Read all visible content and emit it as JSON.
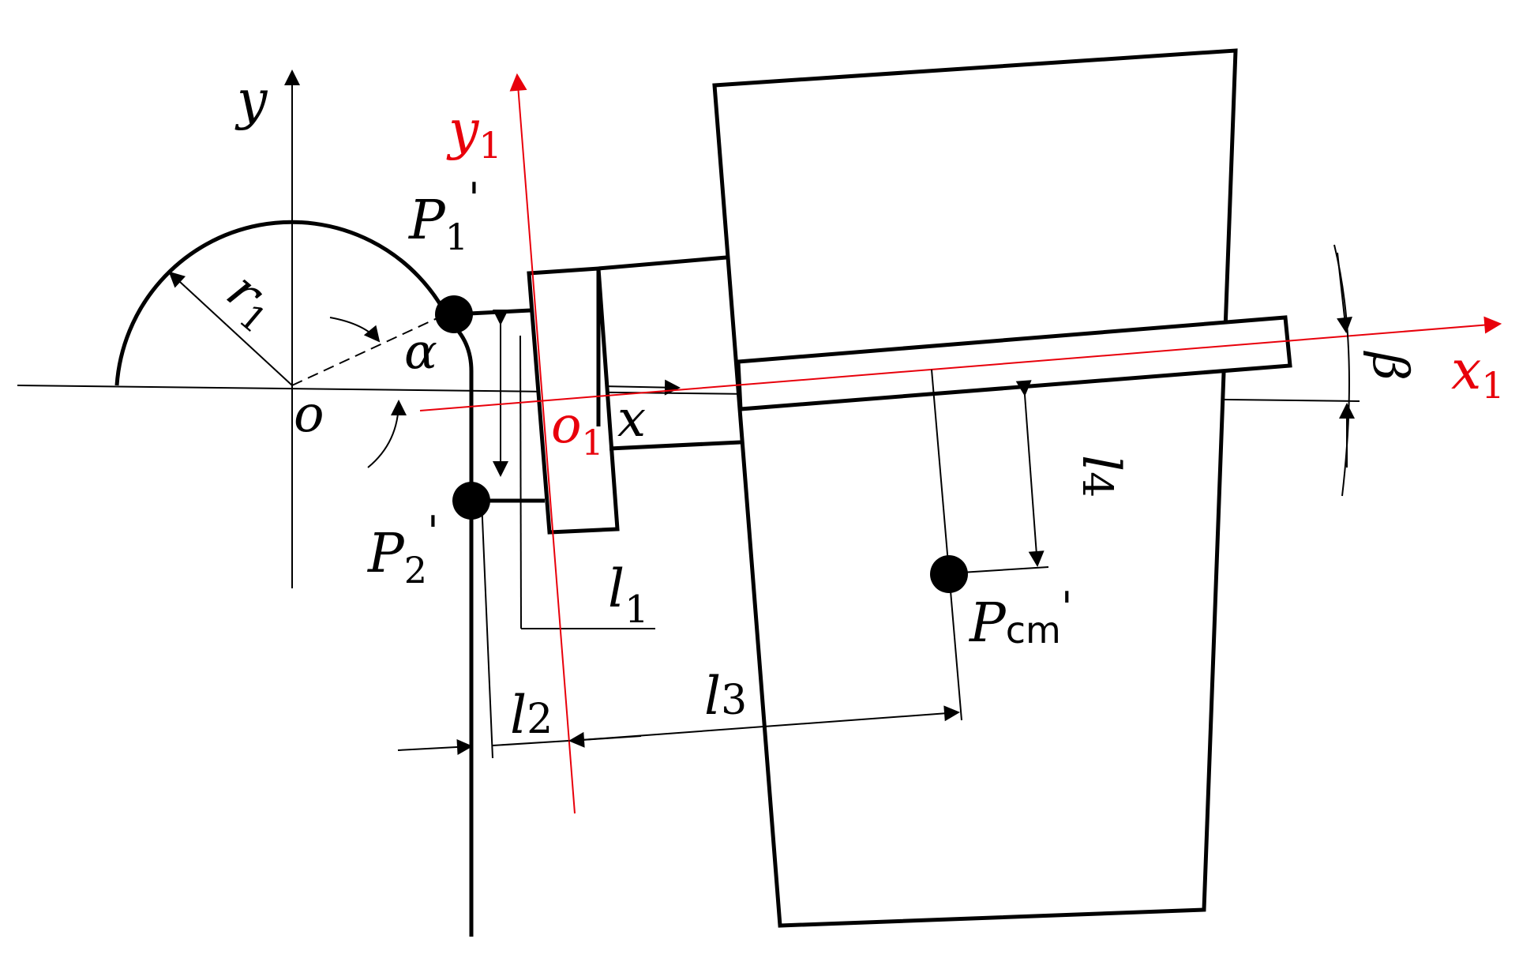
{
  "colors": {
    "ink": "#000000",
    "accent": "#e8000b"
  },
  "labels": {
    "y": "y",
    "y1_main": "y",
    "y1_sub": "1",
    "x": "x",
    "x1_main": "x",
    "x1_sub": "1",
    "o": "o",
    "o1_main": "o",
    "o1_sub": "1",
    "r1_main": "r",
    "r1_sub": "1",
    "alpha": "α",
    "beta": "β",
    "p1_main": "P",
    "p1_sub": "1",
    "p1_prime": "'",
    "p2_main": "P",
    "p2_sub": "2",
    "p2_prime": "'",
    "pcm_main": "P",
    "pcm_sub": "cm",
    "pcm_prime": "'",
    "l1_main": "l",
    "l1_sub": "1",
    "l2_main": "l",
    "l2_sub": "2",
    "l3_main": "l",
    "l3_sub": "3",
    "l4_main": "l",
    "l4_sub": "4"
  }
}
